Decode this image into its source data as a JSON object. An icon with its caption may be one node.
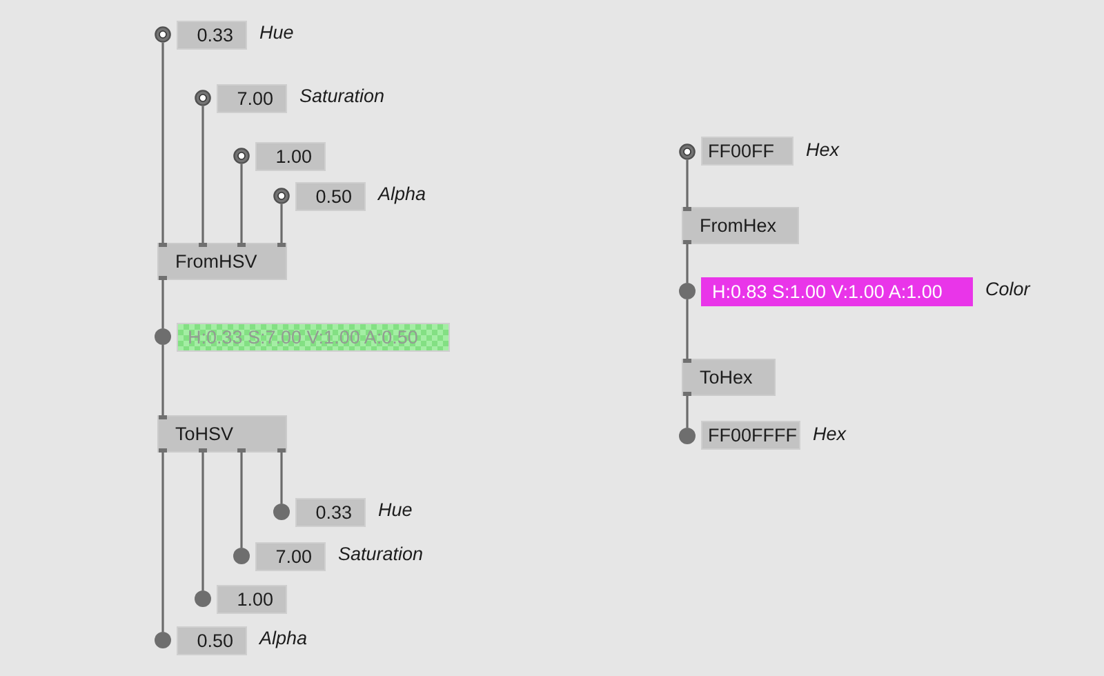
{
  "diagram": {
    "nodes": [
      {
        "text": [
          "0.33"
        ],
        "beside": [
          "Hue"
        ]
      },
      {
        "text": [
          "7.00"
        ],
        "beside": [
          "Saturation"
        ]
      },
      {
        "text": [
          "1.00"
        ]
      },
      {
        "text": [
          "0.50"
        ],
        "beside": [
          "Alpha"
        ]
      },
      {
        "text": [
          "FromHSV"
        ]
      },
      {
        "text": [
          "H:0.33 S:7.00 V:1.00 A:0.50"
        ]
      },
      {
        "text": [
          "ToHSV"
        ]
      },
      {
        "text": [
          "0.33"
        ],
        "beside": [
          "Hue"
        ]
      },
      {
        "text": [
          "7.00"
        ],
        "beside": [
          "Saturation"
        ]
      },
      {
        "text": [
          "1.00"
        ]
      },
      {
        "text": [
          "0.50"
        ],
        "beside": [
          "Alpha"
        ]
      },
      {
        "text": [
          "FF00FF"
        ],
        "beside": [
          "Hex"
        ]
      },
      {
        "text": [
          "FromHex"
        ]
      },
      {
        "text": [
          "H:0.83 S:1.00 V:1.00 A:1.00"
        ],
        "beside": [
          "Color"
        ]
      },
      {
        "text": [
          "ToHex"
        ]
      },
      {
        "text": [
          "FF00FFFF"
        ],
        "beside": [
          "Hex"
        ]
      }
    ],
    "edges": [
      {
        "from": 0,
        "to": 4,
        "arrow": "none"
      },
      {
        "from": 1,
        "to": 4,
        "arrow": "none"
      },
      {
        "from": 2,
        "to": 4,
        "arrow": "none"
      },
      {
        "from": 3,
        "to": 4,
        "arrow": "none"
      },
      {
        "from": 4,
        "to": 5,
        "arrow": "none"
      },
      {
        "from": 5,
        "to": 6,
        "arrow": "none"
      },
      {
        "from": 6,
        "to": 7,
        "arrow": "none"
      },
      {
        "from": 6,
        "to": 8,
        "arrow": "none"
      },
      {
        "from": 6,
        "to": 9,
        "arrow": "none"
      },
      {
        "from": 6,
        "to": 10,
        "arrow": "none"
      },
      {
        "from": 11,
        "to": 12,
        "arrow": "none"
      },
      {
        "from": 12,
        "to": 13,
        "arrow": "none"
      },
      {
        "from": 13,
        "to": 14,
        "arrow": "none"
      },
      {
        "from": 14,
        "to": 15,
        "arrow": "none"
      }
    ]
  }
}
